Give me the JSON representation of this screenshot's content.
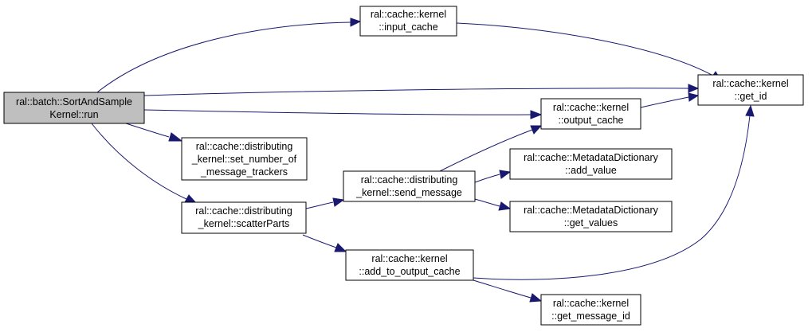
{
  "colors": {
    "edge": "#191970",
    "root_fill": "#bfbfbf",
    "node_fill": "#ffffff",
    "node_border": "#000000"
  },
  "nodes": {
    "root": {
      "line1": "ral::batch::SortAndSample",
      "line2": "Kernel::run"
    },
    "input_cache": {
      "line1": "ral::cache::kernel",
      "line2": "::input_cache"
    },
    "get_id": {
      "line1": "ral::cache::kernel",
      "line2": "::get_id"
    },
    "output_cache": {
      "line1": "ral::cache::kernel",
      "line2": "::output_cache"
    },
    "set_trackers": {
      "line1": "ral::cache::distributing",
      "line2": "_kernel::set_number_of",
      "line3": "_message_trackers"
    },
    "send_message": {
      "line1": "ral::cache::distributing",
      "line2": "_kernel::send_message"
    },
    "add_value": {
      "line1": "ral::cache::MetadataDictionary",
      "line2": "::add_value"
    },
    "get_values": {
      "line1": "ral::cache::MetadataDictionary",
      "line2": "::get_values"
    },
    "scatter_parts": {
      "line1": "ral::cache::distributing",
      "line2": "_kernel::scatterParts"
    },
    "add_to_output": {
      "line1": "ral::cache::kernel",
      "line2": "::add_to_output_cache"
    },
    "get_message_id": {
      "line1": "ral::cache::kernel",
      "line2": "::get_message_id"
    }
  },
  "edges": [
    {
      "from": "root",
      "to": "input_cache"
    },
    {
      "from": "root",
      "to": "get_id"
    },
    {
      "from": "root",
      "to": "output_cache"
    },
    {
      "from": "root",
      "to": "set_trackers"
    },
    {
      "from": "root",
      "to": "scatter_parts"
    },
    {
      "from": "input_cache",
      "to": "get_id"
    },
    {
      "from": "output_cache",
      "to": "get_id"
    },
    {
      "from": "scatter_parts",
      "to": "send_message"
    },
    {
      "from": "scatter_parts",
      "to": "add_to_output"
    },
    {
      "from": "send_message",
      "to": "output_cache"
    },
    {
      "from": "send_message",
      "to": "add_value"
    },
    {
      "from": "send_message",
      "to": "get_values"
    },
    {
      "from": "add_to_output",
      "to": "get_id"
    },
    {
      "from": "add_to_output",
      "to": "get_message_id"
    }
  ]
}
